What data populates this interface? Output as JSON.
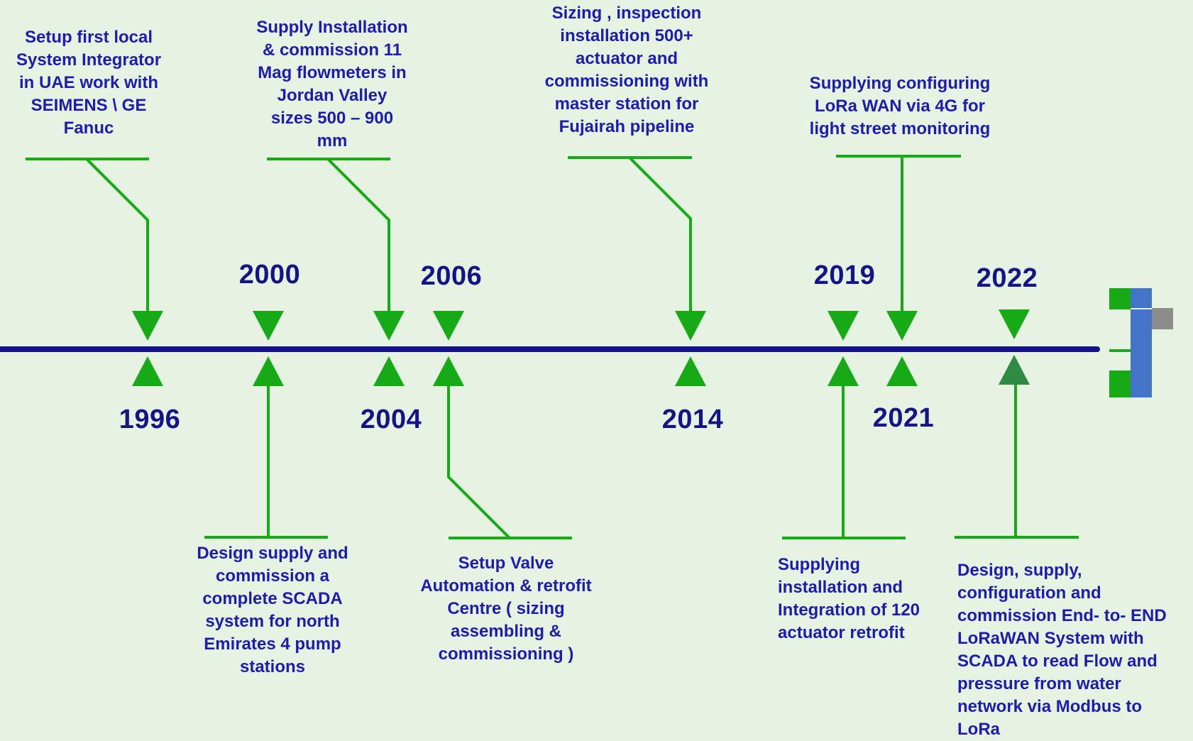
{
  "milestones": [
    {
      "year": "1996",
      "text": "Setup first local\nSystem Integrator\nin UAE work with\nSEIMENS \\ GE\nFanuc"
    },
    {
      "year": "2000",
      "text": "Design supply and\ncommission a\ncomplete SCADA\nsystem for north\nEmirates 4 pump\nstations"
    },
    {
      "year": "2004",
      "text": "Supply Installation\n& commission 11\nMag flowmeters in\nJordan Valley\nsizes 500 – 900\nmm"
    },
    {
      "year": "2006",
      "text": "Setup Valve\nAutomation & retrofit\nCentre ( sizing\nassembling &\ncommissioning )"
    },
    {
      "year": "2014",
      "text": "Sizing , inspection\ninstallation 500+\nactuator and\ncommissioning with\nmaster station for\nFujairah pipeline"
    },
    {
      "year": "2019",
      "text": "Supplying\ninstallation and\nIntegration of 120\nactuator retrofit"
    },
    {
      "year": "2021",
      "text": "Supplying configuring\nLoRa WAN via 4G for\nlight street monitoring"
    },
    {
      "year": "2022",
      "text": "Design, supply,\nconfiguration and\ncommission End- to- END\nLoRaWAN System with\nSCADA to read Flow and\npressure from water\nnetwork via Modbus to\nLoRa"
    }
  ],
  "colors": {
    "background": "#e6f3e2",
    "axis": "#14148a",
    "connector": "#16ab16",
    "year_text": "#14148a",
    "description_text": "#1c1cb4",
    "logo_green": "#16ab16",
    "logo_blue": "#4474c8",
    "logo_gray": "#8c8c8c"
  },
  "logo": {
    "icon": "company-logo-icon"
  }
}
